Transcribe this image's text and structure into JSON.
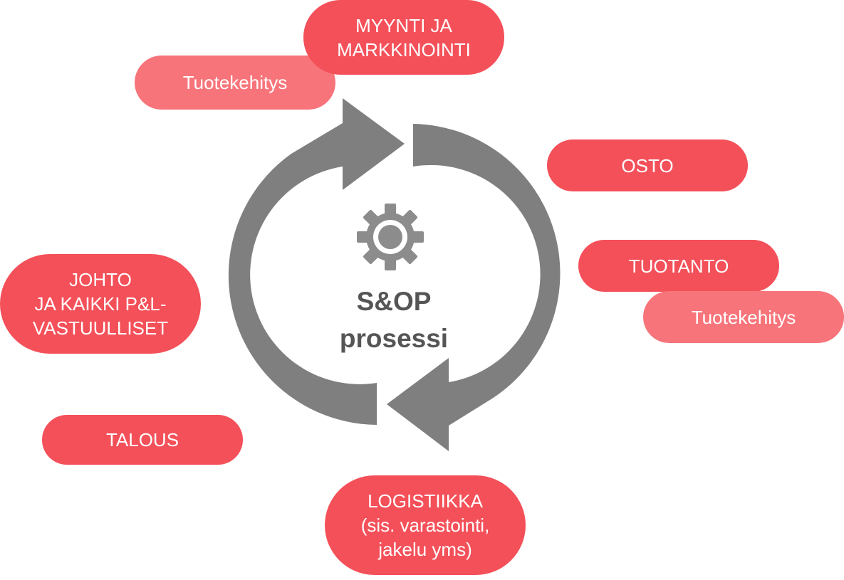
{
  "diagram": {
    "center": {
      "line1": "S&OP",
      "line2": "prosessi",
      "icon": "gear-icon"
    },
    "cycle_icon": "circular-arrows",
    "colors": {
      "arrows": "#7f7f7f",
      "gear": "#8c8c8c",
      "pill_primary": "#f45059",
      "pill_secondary": "#f7747a",
      "pill_text": "#ffffff",
      "center_text": "#555555"
    },
    "stakeholders": {
      "tuotekehitys_left": {
        "line1": "Tuotekehitys"
      },
      "myynti": {
        "line1": "MYYNTI JA",
        "line2": "MARKKINOINTI"
      },
      "osto": {
        "line1": "OSTO"
      },
      "tuotanto": {
        "line1": "TUOTANTO"
      },
      "tuotekehitys_right": {
        "line1": "Tuotekehitys"
      },
      "johto": {
        "line1": "JOHTO",
        "line2": "JA KAIKKI P&L-",
        "line3": "VASTUULLISET"
      },
      "talous": {
        "line1": "TALOUS"
      },
      "logistiikka": {
        "line1": "LOGISTIIKKA",
        "line2": "(sis. varastointi,",
        "line3": "jakelu yms)"
      }
    }
  }
}
